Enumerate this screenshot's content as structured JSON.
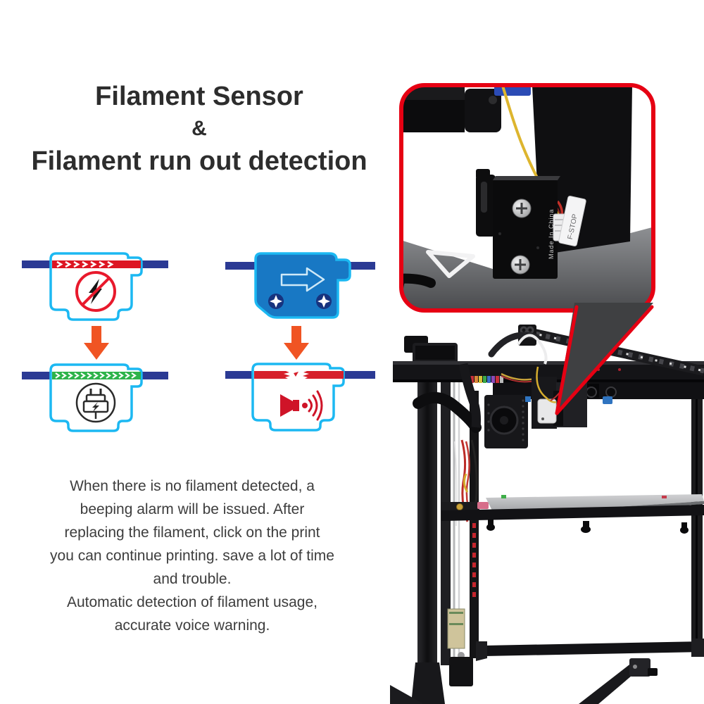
{
  "title": {
    "line1": "Filament Sensor",
    "line2": "&",
    "line3": "Filament run out detection"
  },
  "description": {
    "lines": [
      "When there is no filament detected, a",
      "beeping alarm will be issued. After",
      "replacing the filament, click on the print",
      "you can continue printing. save a lot of time",
      "and trouble.",
      "Automatic detection of filament usage,",
      "accurate voice warning."
    ]
  },
  "callout": {
    "connector_tag": "F-STOP",
    "sensor_marking": "Made In China"
  },
  "diagrams": {
    "top_left": {
      "icon": "no-power-icon",
      "state": "filament-present-red-strip"
    },
    "bottom_left": {
      "icon": "power-plug-icon",
      "state": "filament-feeding-green-strip"
    },
    "top_middle": {
      "icon": "forward-arrow-icon",
      "state": "sensor-module-with-screws"
    },
    "bottom_middle": {
      "icon": "alarm-speaker-icon",
      "state": "filament-broken"
    }
  },
  "colors": {
    "accent_red": "#e60013",
    "strip_red": "#dd1522",
    "strip_green": "#2db34a",
    "filament_line_navy": "#2b3a94",
    "sensor_outline_cyan": "#1cb8f2",
    "sensor_fill_blue": "#1878c4",
    "arrow_orange": "#f05423",
    "title_text": "#2d2d2d",
    "body_text": "#3d3d3d"
  }
}
